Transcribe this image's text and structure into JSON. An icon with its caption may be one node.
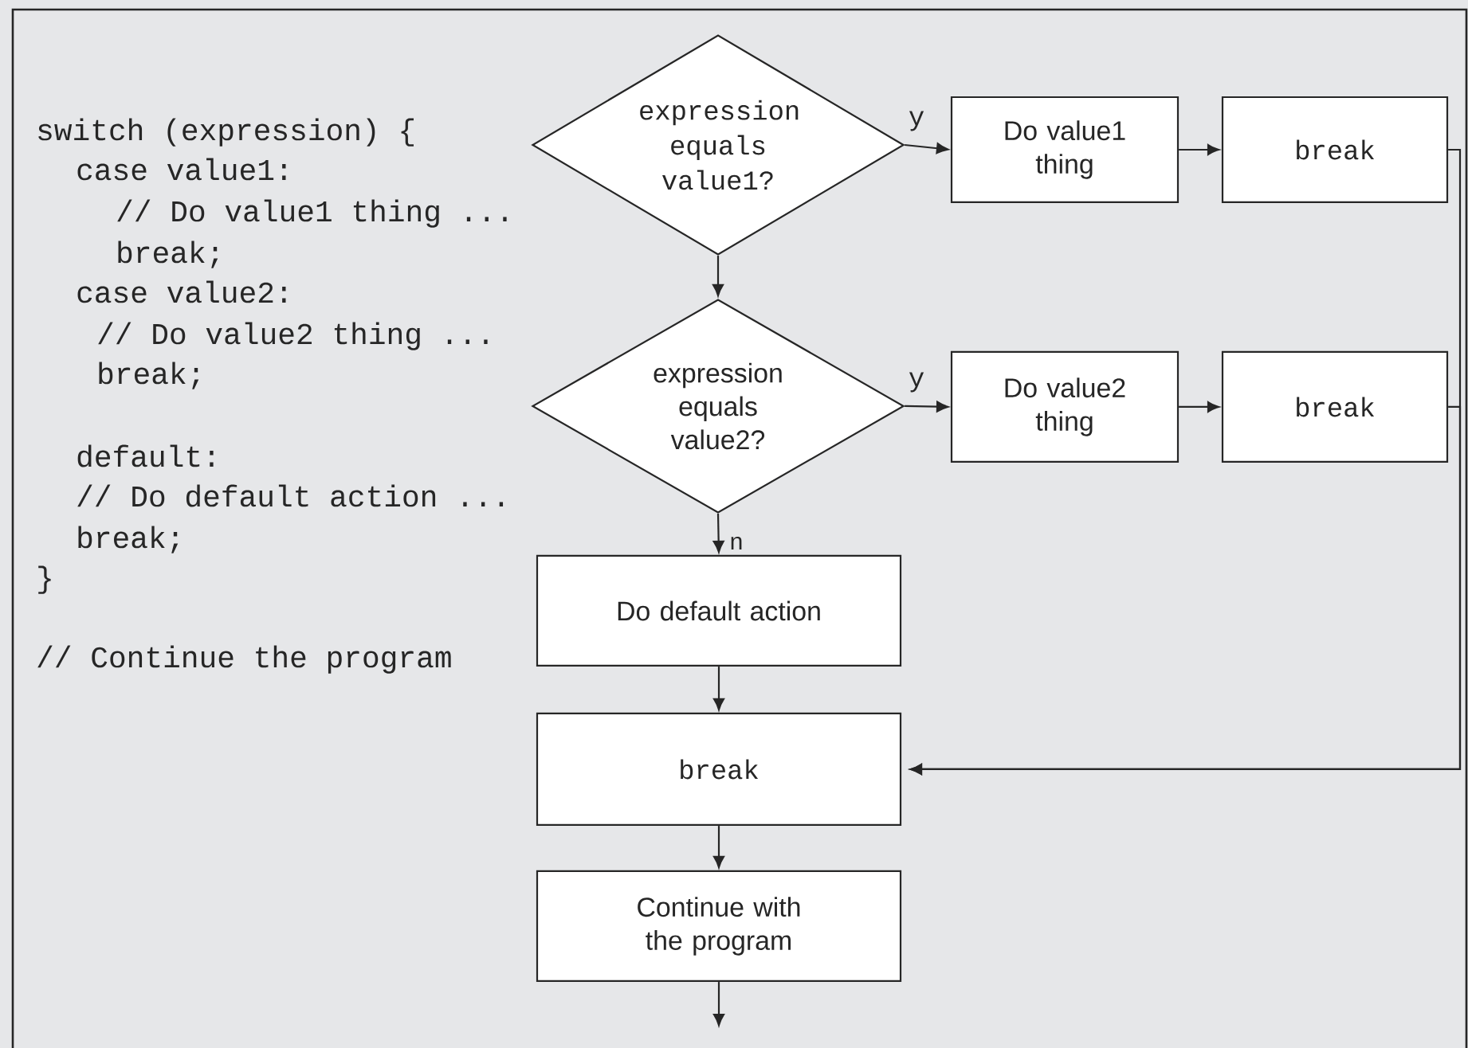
{
  "diagram": {
    "nodes": [
      {
        "text": [
          "expression equals value1?"
        ]
      },
      {
        "text": [
          "Do value1 thing"
        ]
      },
      {
        "text": [
          "break"
        ]
      },
      {
        "text": [
          "expression equals value2?"
        ]
      },
      {
        "text": [
          "Do value2 thing"
        ]
      },
      {
        "text": [
          "break"
        ]
      },
      {
        "text": [
          "Do default action"
        ]
      },
      {
        "text": [
          "break"
        ]
      },
      {
        "text": [
          "Continue with the program"
        ]
      }
    ],
    "edges": [
      {
        "from": 0,
        "to": 1,
        "arrow": "to",
        "label": "y"
      },
      {
        "from": 1,
        "to": 2,
        "arrow": "to"
      },
      {
        "from": 0,
        "to": 3,
        "arrow": "to"
      },
      {
        "from": 3,
        "to": 4,
        "arrow": "to",
        "label": "y"
      },
      {
        "from": 4,
        "to": 5,
        "arrow": "to"
      },
      {
        "from": 3,
        "to": 6,
        "arrow": "to",
        "label": "n"
      },
      {
        "from": 6,
        "to": 7,
        "arrow": "to"
      },
      {
        "from": 2,
        "to": 7,
        "arrow": "to"
      },
      {
        "from": 5,
        "to": 7,
        "arrow": "to"
      },
      {
        "from": 7,
        "to": 8,
        "arrow": "to"
      },
      {
        "from": 8,
        "to": null,
        "arrow": "to"
      }
    ],
    "labels": [
      "switch (expression) {",
      "case value1:",
      "// Do value1 thing ...",
      "break;",
      "case value2:",
      "// Do value2 thing ...",
      "break;",
      "default:",
      "// Do default action ...",
      "break;",
      "}",
      "// Continue the program"
    ]
  }
}
